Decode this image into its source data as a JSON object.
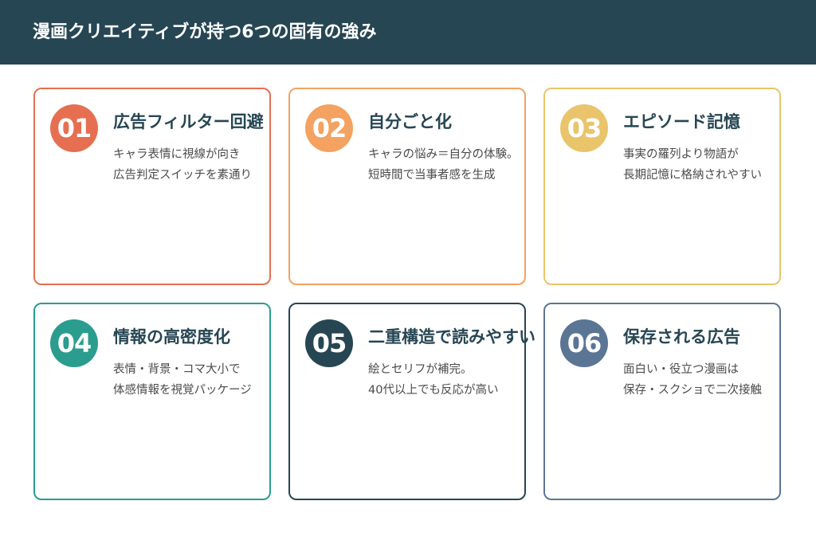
{
  "header": {
    "title": "漫画クリエイティブが持つ6つの固有の強み"
  },
  "colors": {
    "header_bg": "#274653",
    "card1": "#E66F51",
    "card2": "#F3A261",
    "card3": "#E9C46A",
    "card4": "#2A9D8F",
    "card5": "#274653",
    "card6": "#5B7595"
  },
  "cards": [
    {
      "number": "01",
      "title": "広告フィルター回避",
      "line1": "キャラ表情に視線が向き",
      "line2": "広告判定スイッチを素通り"
    },
    {
      "number": "02",
      "title": "自分ごと化",
      "line1": "キャラの悩み＝自分の体験。",
      "line2": "短時間で当事者感を生成"
    },
    {
      "number": "03",
      "title": "エピソード記憶",
      "line1": "事実の羅列より物語が",
      "line2": "長期記憶に格納されやすい"
    },
    {
      "number": "04",
      "title": "情報の高密度化",
      "line1": "表情・背景・コマ大小で",
      "line2": "体感情報を視覚パッケージ"
    },
    {
      "number": "05",
      "title": "二重構造で読みやすい",
      "line1": "絵とセリフが補完。",
      "line2": "40代以上でも反応が高い"
    },
    {
      "number": "06",
      "title": "保存される広告",
      "line1": "面白い・役立つ漫画は",
      "line2": "保存・スクショで二次接触"
    }
  ]
}
